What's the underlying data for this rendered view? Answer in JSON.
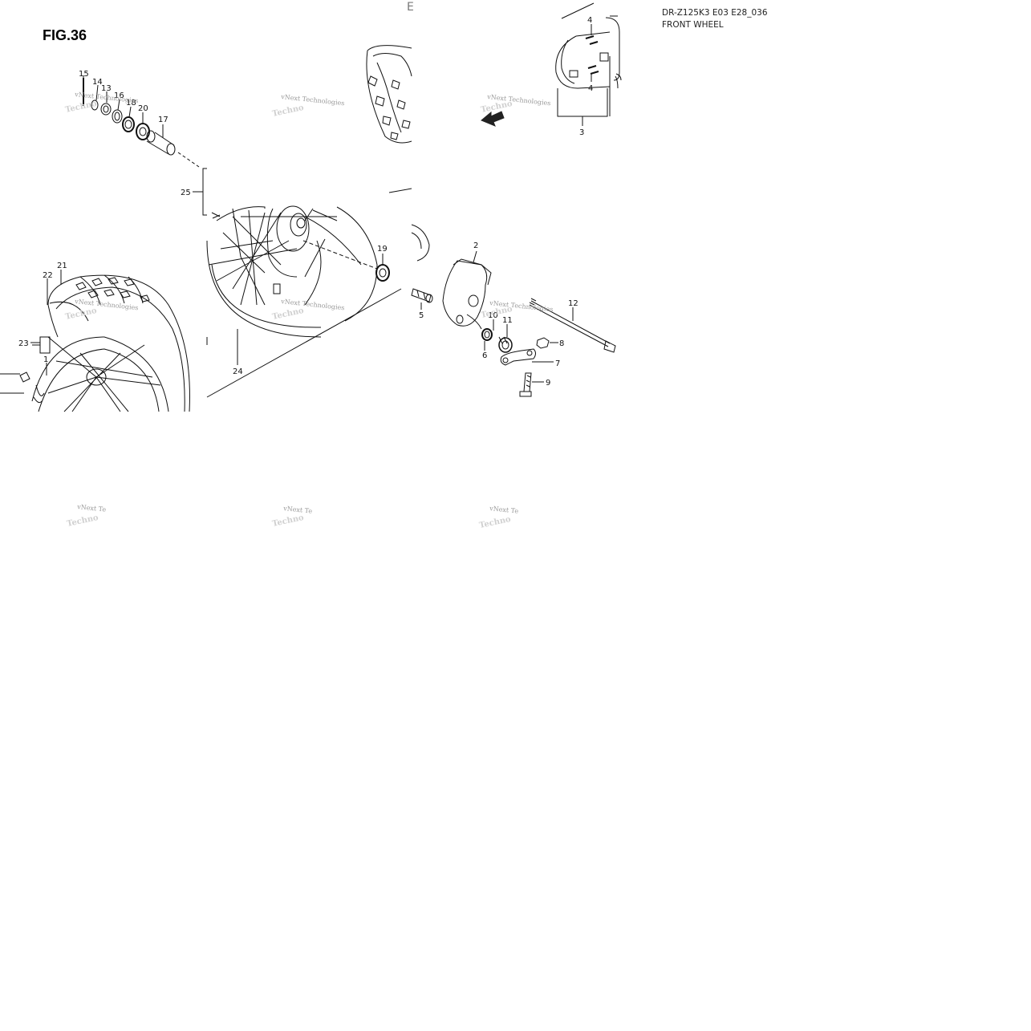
{
  "header": {
    "model_code": "DR-Z125K3 E03 E28_036",
    "section": "FRONT WHEEL"
  },
  "figure_label": "FIG.36",
  "edge_mark": "E",
  "watermark": "vNext Technologies",
  "watermark_truncated": "vNext Te",
  "watermark_bg": "Techno",
  "callouts": {
    "c1": "1",
    "c2": "2",
    "c3": "3",
    "c4a": "4",
    "c4b": "4",
    "c5": "5",
    "c6": "6",
    "c7": "7",
    "c8": "8",
    "c9": "9",
    "c10": "10",
    "c11": "11",
    "c12": "12",
    "c13": "13",
    "c14": "14",
    "c15": "15",
    "c16": "16",
    "c18": "18",
    "c17": "17",
    "c19": "19",
    "c20": "20",
    "c21": "21",
    "c22": "22",
    "c23": "23",
    "c24": "24",
    "c25": "25"
  }
}
